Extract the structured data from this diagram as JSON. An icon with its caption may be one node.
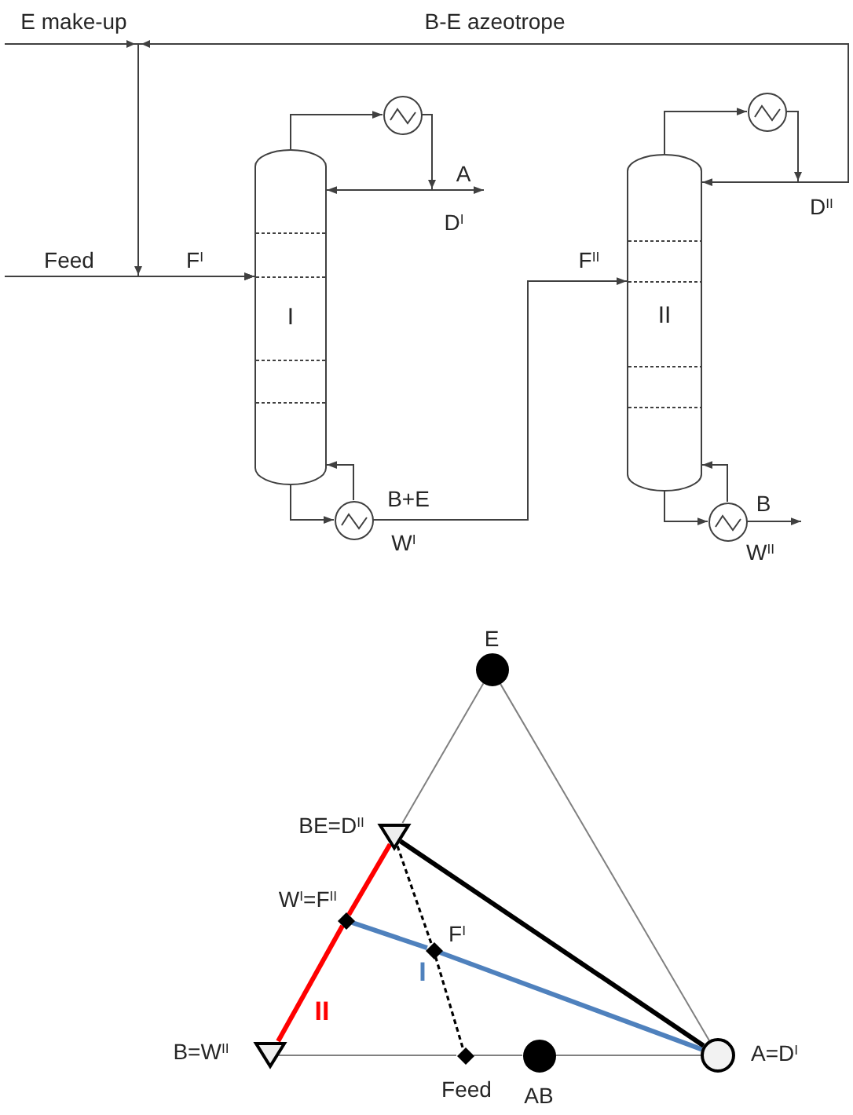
{
  "diagram": {
    "nodes": [
      {
        "text": [
          "I"
        ]
      },
      {
        "text": [],
        "shape": "circle"
      },
      {
        "text": [],
        "shape": "circle"
      },
      {
        "text": [
          "II"
        ]
      },
      {
        "text": [],
        "shape": "circle"
      },
      {
        "text": [],
        "shape": "circle"
      },
      {
        "text": [],
        "shape": "circle",
        "beside": [
          "E"
        ]
      },
      {
        "text": [],
        "shape": "triangle",
        "beside": [
          "BE=D$^{II}$"
        ]
      },
      {
        "text": [],
        "shape": "diamond",
        "beside": [
          "W$^{I}$=F$^{II}$"
        ]
      },
      {
        "text": [],
        "shape": "diamond",
        "beside": [
          "F$^{I}$"
        ]
      },
      {
        "text": [],
        "shape": "triangle",
        "beside": [
          "B=W$^{II}$"
        ]
      },
      {
        "text": [],
        "shape": "diamond",
        "beside": [
          "Feed"
        ]
      },
      {
        "text": [],
        "shape": "circle",
        "beside": [
          "AB"
        ]
      },
      {
        "text": [],
        "shape": "circle",
        "beside": [
          "A=D$^{I}$"
        ]
      }
    ],
    "edges": [
      {
        "from": null,
        "to": 0,
        "arrow": "to",
        "label": "Feed"
      },
      {
        "from": null,
        "to": 0,
        "arrow": "to",
        "label": "E make-up"
      },
      {
        "from": 4,
        "to": 0,
        "arrow": "to",
        "label": "B-E azeotrope"
      },
      {
        "from": 0,
        "to": 1,
        "arrow": "to"
      },
      {
        "from": 1,
        "to": 0,
        "arrow": "to"
      },
      {
        "from": 1,
        "to": null,
        "arrow": "to",
        "label": "A"
      },
      {
        "from": 0,
        "to": 2,
        "arrow": "to"
      },
      {
        "from": 2,
        "to": 0,
        "arrow": "to"
      },
      {
        "from": 2,
        "to": 3,
        "arrow": "to",
        "label": "B+E"
      },
      {
        "from": 3,
        "to": 4,
        "arrow": "to"
      },
      {
        "from": 4,
        "to": 3,
        "arrow": "to"
      },
      {
        "from": 3,
        "to": 5,
        "arrow": "to"
      },
      {
        "from": 5,
        "to": 3,
        "arrow": "to"
      },
      {
        "from": 5,
        "to": null,
        "arrow": "to",
        "label": "B"
      },
      {
        "from": 6,
        "to": 7,
        "arrow": "none",
        "color": "#808080"
      },
      {
        "from": 6,
        "to": 13,
        "arrow": "none",
        "color": "#808080"
      },
      {
        "from": 10,
        "to": 8,
        "arrow": "none",
        "style": "thick",
        "color": "#ff0000",
        "label": "II"
      },
      {
        "from": 8,
        "to": 7,
        "arrow": "none",
        "style": "thick",
        "color": "#ff0000"
      },
      {
        "from": 8,
        "to": 9,
        "arrow": "none",
        "style": "thick",
        "color": "#4f81bd",
        "label": "I"
      },
      {
        "from": 9,
        "to": 13,
        "arrow": "none",
        "style": "thick",
        "color": "#4f81bd"
      },
      {
        "from": 7,
        "to": 13,
        "arrow": "none",
        "style": "thick",
        "color": "#000000"
      },
      {
        "from": 7,
        "to": 9,
        "arrow": "none",
        "style": "dashed",
        "color": "#000000"
      },
      {
        "from": 9,
        "to": 11,
        "arrow": "none",
        "style": "dashed",
        "color": "#000000"
      },
      {
        "from": 10,
        "to": 11,
        "arrow": "none",
        "color": "#808080"
      },
      {
        "from": 11,
        "to": 12,
        "arrow": "none",
        "color": "#808080"
      },
      {
        "from": 12,
        "to": 13,
        "arrow": "none",
        "color": "#808080"
      }
    ],
    "labels": [
      "D$^{I}$",
      "D$^{II}$",
      "F$^{I}$",
      "F$^{II}$",
      "W$^{I}$",
      "W$^{II}$"
    ]
  }
}
